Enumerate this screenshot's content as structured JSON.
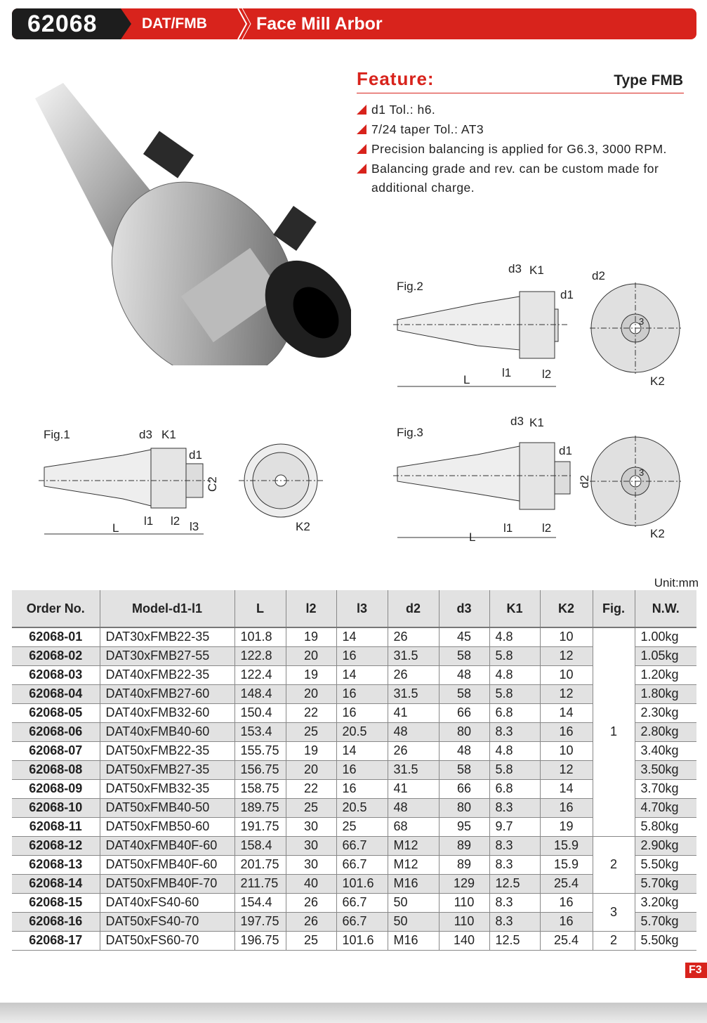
{
  "header": {
    "code": "62068",
    "series": "DAT/FMB",
    "title": "Face Mill Arbor"
  },
  "feature": {
    "title": "Feature:",
    "type": "Type FMB",
    "bullets": [
      "d1 Tol.: h6.",
      "7/24 taper Tol.: AT3",
      "Precision balancing is applied for G6.3, 3000 RPM.",
      "Balancing grade and rev. can be custom made for"
    ],
    "continuation": "additional charge."
  },
  "figures": {
    "fig1": {
      "title": "Fig.1",
      "labels": {
        "d3": "d3",
        "K1": "K1",
        "d1": "d1",
        "C2": "C2",
        "L": "L",
        "l1": "l1",
        "l2": "l2",
        "l3": "l3",
        "K2": "K2"
      }
    },
    "fig2": {
      "title": "Fig.2",
      "labels": {
        "d3": "d3",
        "K1": "K1",
        "d1": "d1",
        "L": "L",
        "l1": "l1",
        "l2": "l2",
        "d2": "d2",
        "K2": "K2",
        "n": "3"
      }
    },
    "fig3": {
      "title": "Fig.3",
      "labels": {
        "d3": "d3",
        "K1": "K1",
        "d1": "d1",
        "d2": "d2",
        "L": "L",
        "l1": "l1",
        "l2": "l2",
        "K2": "K2",
        "n": "3"
      }
    }
  },
  "table": {
    "unit": "Unit:mm",
    "columns": [
      "Order No.",
      "Model-d1-l1",
      "L",
      "l2",
      "l3",
      "d2",
      "d3",
      "K1",
      "K2",
      "Fig.",
      "N.W."
    ],
    "rows": [
      [
        "62068-01",
        "DAT30xFMB22-35",
        "101.8",
        "19",
        "14",
        "26",
        "45",
        "4.8",
        "10",
        "1.00kg"
      ],
      [
        "62068-02",
        "DAT30xFMB27-55",
        "122.8",
        "20",
        "16",
        "31.5",
        "58",
        "5.8",
        "12",
        "1.05kg"
      ],
      [
        "62068-03",
        "DAT40xFMB22-35",
        "122.4",
        "19",
        "14",
        "26",
        "48",
        "4.8",
        "10",
        "1.20kg"
      ],
      [
        "62068-04",
        "DAT40xFMB27-60",
        "148.4",
        "20",
        "16",
        "31.5",
        "58",
        "5.8",
        "12",
        "1.80kg"
      ],
      [
        "62068-05",
        "DAT40xFMB32-60",
        "150.4",
        "22",
        "16",
        "41",
        "66",
        "6.8",
        "14",
        "2.30kg"
      ],
      [
        "62068-06",
        "DAT40xFMB40-60",
        "153.4",
        "25",
        "20.5",
        "48",
        "80",
        "8.3",
        "16",
        "2.80kg"
      ],
      [
        "62068-07",
        "DAT50xFMB22-35",
        "155.75",
        "19",
        "14",
        "26",
        "48",
        "4.8",
        "10",
        "3.40kg"
      ],
      [
        "62068-08",
        "DAT50xFMB27-35",
        "156.75",
        "20",
        "16",
        "31.5",
        "58",
        "5.8",
        "12",
        "3.50kg"
      ],
      [
        "62068-09",
        "DAT50xFMB32-35",
        "158.75",
        "22",
        "16",
        "41",
        "66",
        "6.8",
        "14",
        "3.70kg"
      ],
      [
        "62068-10",
        "DAT50xFMB40-50",
        "189.75",
        "25",
        "20.5",
        "48",
        "80",
        "8.3",
        "16",
        "4.70kg"
      ],
      [
        "62068-11",
        "DAT50xFMB50-60",
        "191.75",
        "30",
        "25",
        "68",
        "95",
        "9.7",
        "19",
        "5.80kg"
      ],
      [
        "62068-12",
        "DAT40xFMB40F-60",
        "158.4",
        "30",
        "66.7",
        "M12",
        "89",
        "8.3",
        "15.9",
        "2.90kg"
      ],
      [
        "62068-13",
        "DAT50xFMB40F-60",
        "201.75",
        "30",
        "66.7",
        "M12",
        "89",
        "8.3",
        "15.9",
        "5.50kg"
      ],
      [
        "62068-14",
        "DAT50xFMB40F-70",
        "211.75",
        "40",
        "101.6",
        "M16",
        "129",
        "12.5",
        "25.4",
        "5.70kg"
      ],
      [
        "62068-15",
        "DAT40xFS40-60",
        "154.4",
        "26",
        "66.7",
        "50",
        "110",
        "8.3",
        "16",
        "3.20kg"
      ],
      [
        "62068-16",
        "DAT50xFS40-70",
        "197.75",
        "26",
        "66.7",
        "50",
        "110",
        "8.3",
        "16",
        "5.70kg"
      ],
      [
        "62068-17",
        "DAT50xFS60-70",
        "196.75",
        "25",
        "101.6",
        "M16",
        "140",
        "12.5",
        "25.4",
        "5.50kg"
      ]
    ],
    "fig_groups": [
      {
        "fig": "1",
        "start": 0,
        "span": 11
      },
      {
        "fig": "2",
        "start": 11,
        "span": 3
      },
      {
        "fig": "3",
        "start": 14,
        "span": 2
      },
      {
        "fig": "2",
        "start": 16,
        "span": 1
      }
    ]
  },
  "page_tag": "F3",
  "colors": {
    "accent": "#d8231c",
    "dark": "#1d1d1d",
    "header_gray": "#e2e2e2"
  }
}
